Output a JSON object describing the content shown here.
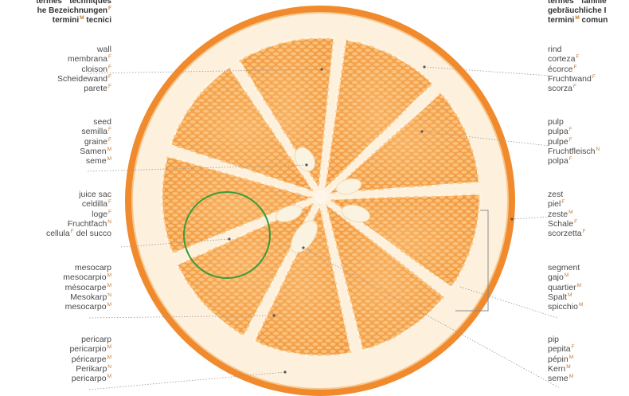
{
  "headers": {
    "left": [
      {
        "text": "termes",
        "g": "M",
        "rest": " techniques"
      },
      {
        "text": "he Bezeichnungen",
        "g": "F",
        "rest": ""
      },
      {
        "text": "termini",
        "g": "M",
        "rest": " tecnici"
      }
    ],
    "right": [
      {
        "text": "termes",
        "g": "M",
        "rest": " familie"
      },
      {
        "text": "gebräuchliche I",
        "g": "",
        "rest": ""
      },
      {
        "text": "termini",
        "g": "M",
        "rest": " comun"
      }
    ]
  },
  "left_groups": [
    {
      "id": "wall",
      "terms": [
        {
          "t": "wall",
          "g": ""
        },
        {
          "t": "membrana",
          "g": "F"
        },
        {
          "t": "cloison",
          "g": "F"
        },
        {
          "t": "Scheidewand",
          "g": "F"
        },
        {
          "t": "parete",
          "g": "F"
        }
      ]
    },
    {
      "id": "seed",
      "terms": [
        {
          "t": "seed",
          "g": ""
        },
        {
          "t": "semilla",
          "g": "F"
        },
        {
          "t": "graine",
          "g": "F"
        },
        {
          "t": "Samen",
          "g": "M"
        },
        {
          "t": "seme",
          "g": "M"
        }
      ]
    },
    {
      "id": "juice-sac",
      "terms": [
        {
          "t": "juice sac",
          "g": ""
        },
        {
          "t": "celdilla",
          "g": "F"
        },
        {
          "t": "loge",
          "g": "F"
        },
        {
          "t": "Fruchtfach",
          "g": "N"
        },
        {
          "t": "cellula",
          "g": "F",
          "suffix": " del succo"
        }
      ]
    },
    {
      "id": "mesocarp",
      "terms": [
        {
          "t": "mesocarp",
          "g": ""
        },
        {
          "t": "mesocarpio",
          "g": "M"
        },
        {
          "t": "mésocarpe",
          "g": "M"
        },
        {
          "t": "Mesokarp",
          "g": "N"
        },
        {
          "t": "mesocarpo",
          "g": "M"
        }
      ]
    },
    {
      "id": "pericarp",
      "terms": [
        {
          "t": "pericarp",
          "g": ""
        },
        {
          "t": "pericarpio",
          "g": "M"
        },
        {
          "t": "péricarpe",
          "g": "M"
        },
        {
          "t": "Perikarp",
          "g": "N"
        },
        {
          "t": "pericarpo",
          "g": "M"
        }
      ]
    }
  ],
  "right_groups": [
    {
      "id": "rind",
      "terms": [
        {
          "t": "rind",
          "g": ""
        },
        {
          "t": "corteza",
          "g": "F"
        },
        {
          "t": "écorce",
          "g": "F"
        },
        {
          "t": "Fruchtwand",
          "g": "F"
        },
        {
          "t": "scorza",
          "g": "F"
        }
      ]
    },
    {
      "id": "pulp",
      "terms": [
        {
          "t": "pulp",
          "g": ""
        },
        {
          "t": "pulpa",
          "g": "F"
        },
        {
          "t": "pulpe",
          "g": "F"
        },
        {
          "t": "Fruchtfleisch",
          "g": "N"
        },
        {
          "t": "polpa",
          "g": "F"
        }
      ]
    },
    {
      "id": "zest",
      "terms": [
        {
          "t": "zest",
          "g": ""
        },
        {
          "t": "piel",
          "g": "F"
        },
        {
          "t": "zeste",
          "g": "M"
        },
        {
          "t": "Schale",
          "g": "F"
        },
        {
          "t": "scorzetta",
          "g": "F"
        }
      ]
    },
    {
      "id": "segment",
      "terms": [
        {
          "t": "segment",
          "g": ""
        },
        {
          "t": "gajo",
          "g": "M"
        },
        {
          "t": "quartier",
          "g": "M"
        },
        {
          "t": "Spalt",
          "g": "M"
        },
        {
          "t": "spicchio",
          "g": "M"
        }
      ]
    },
    {
      "id": "pip",
      "terms": [
        {
          "t": "pip",
          "g": ""
        },
        {
          "t": "pepita",
          "g": "F"
        },
        {
          "t": "pépin",
          "g": "M"
        },
        {
          "t": "Kern",
          "g": "M"
        },
        {
          "t": "seme",
          "g": "M"
        }
      ]
    }
  ],
  "colors": {
    "peel": "#f08a2c",
    "pith": "#fdf1de",
    "segment": "#f5a24a",
    "vesicle": "#fcc27a",
    "membrane": "#fff6e9",
    "seed": "#fbf3e2",
    "highlight_circle": "#3a9a3a",
    "leader": "#9a9a9a",
    "gender_mark": "#c77a2e"
  }
}
